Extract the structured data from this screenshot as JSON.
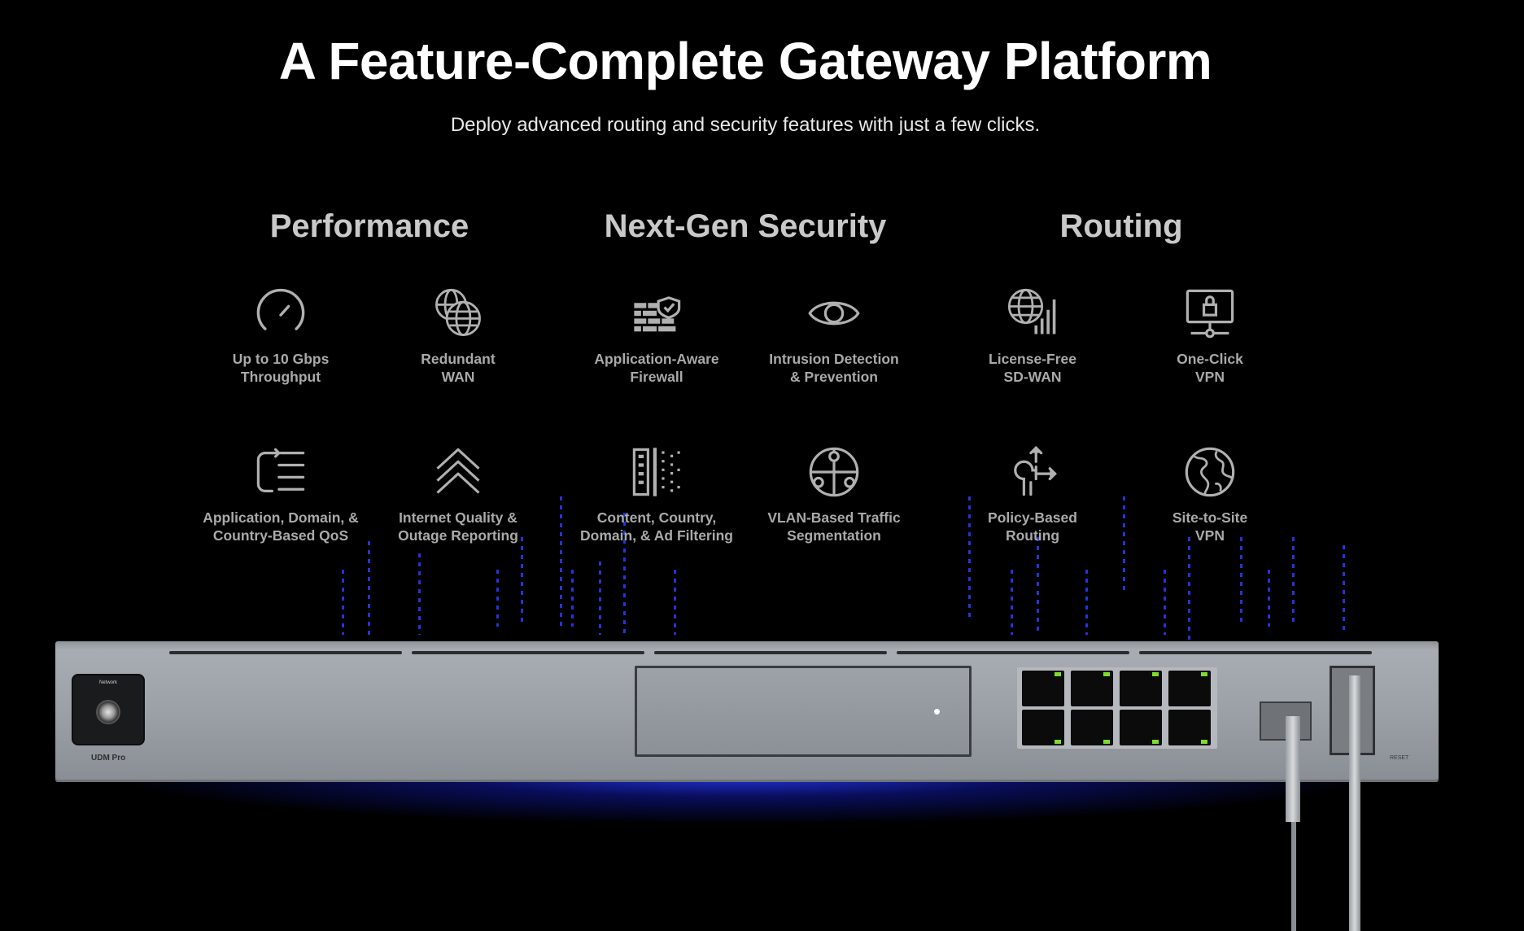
{
  "hero": {
    "title": "A Feature-Complete Gateway Platform",
    "subtitle": "Deploy advanced routing and security features with just a few clicks."
  },
  "categories": [
    {
      "title": "Performance"
    },
    {
      "title": "Next-Gen Security"
    },
    {
      "title": "Routing"
    }
  ],
  "features": [
    {
      "label": "Up to 10 Gbps\nThroughput",
      "icon": "speedometer-icon"
    },
    {
      "label": "Redundant\nWAN",
      "icon": "dual-globe-icon"
    },
    {
      "label": "Application-Aware\nFirewall",
      "icon": "firewall-shield-icon"
    },
    {
      "label": "Intrusion Detection\n& Prevention",
      "icon": "eye-icon"
    },
    {
      "label": "License-Free\nSD-WAN",
      "icon": "globe-signal-icon"
    },
    {
      "label": "One-Click\nVPN",
      "icon": "lock-monitor-icon"
    },
    {
      "label": "Application, Domain, &\nCountry-Based QoS",
      "icon": "priority-list-icon"
    },
    {
      "label": "Internet Quality &\nOutage Reporting",
      "icon": "chevrons-up-icon"
    },
    {
      "label": "Content, Country,\nDomain, & Ad Filtering",
      "icon": "filter-bars-icon"
    },
    {
      "label": "VLAN-Based Traffic\nSegmentation",
      "icon": "segmented-globe-icon"
    },
    {
      "label": "Policy-Based\nRouting",
      "icon": "policy-route-icon"
    },
    {
      "label": "Site-to-Site\nVPN",
      "icon": "earth-icon"
    }
  ],
  "device": {
    "brand": "UDM Pro",
    "screen_label": "Network",
    "reset_label": "RESET"
  },
  "colors": {
    "background": "#000000",
    "title": "#ffffff",
    "category": "#c9c9c9",
    "feature_text": "#a9a9a9",
    "icon": "#b0b0b0",
    "rain": "#2b3cff",
    "port_led": "#7bdc2e"
  }
}
